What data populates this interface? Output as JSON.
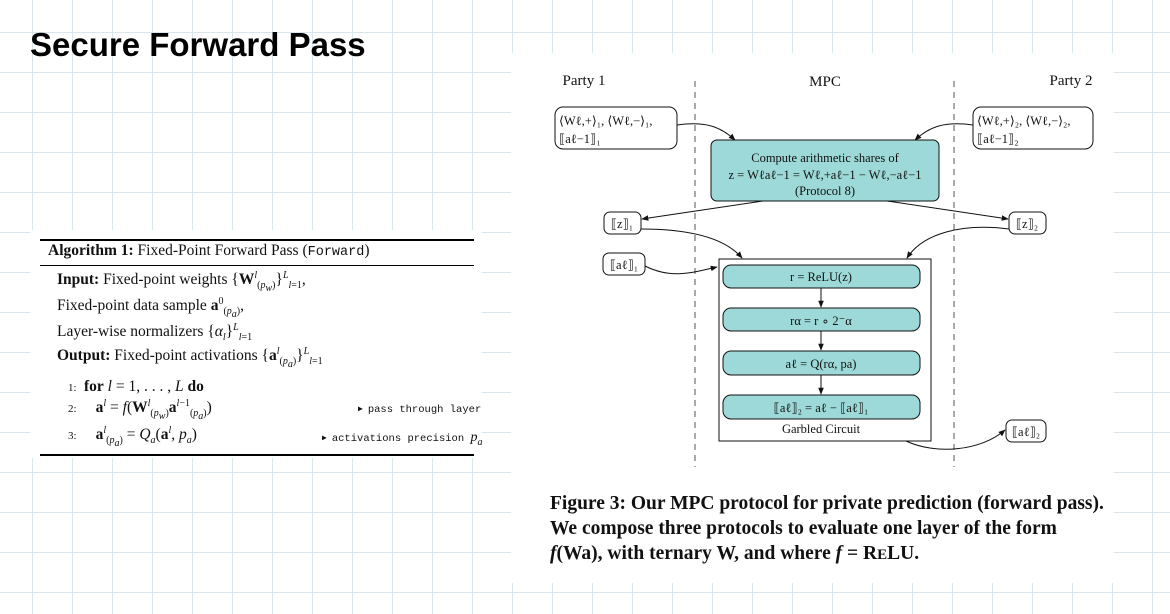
{
  "slide": {
    "title": "Secure Forward Pass"
  },
  "algorithm": {
    "title": "Algorithm 1: Fixed-Point Forward Pass (Forward)",
    "input_label": "Input:",
    "input_text": "Fixed-point weights {Wˡ(pw)}ᴸl=1,",
    "data_sample": "Fixed-point data sample a⁰(pa),",
    "normalizers": "Layer-wise normalizers {αl}ᴸl=1",
    "output_label": "Output:",
    "output_text": "Fixed-point activations {aˡ(pa)}ᴸl=1",
    "steps": [
      {
        "num": "1:",
        "text": "for l = 1, . . . , L do",
        "comment": ""
      },
      {
        "num": "2:",
        "text": "aˡ = f(Wˡ(pw) aˡ⁻¹(pa))",
        "comment": "pass through layer"
      },
      {
        "num": "3:",
        "text": "aˡ(pa) = Qa(aˡ, pa)",
        "comment": "activations precision pa"
      }
    ]
  },
  "figure": {
    "columns": [
      "Party 1",
      "MPC",
      "Party 2"
    ],
    "party1_input_line1": "⟨Wℓ,+⟩₁, ⟨Wℓ,−⟩₁,",
    "party1_input_line2": "⟦aℓ−1⟧₁",
    "party2_input_line1": "⟨Wℓ,+⟩₂, ⟨Wℓ,−⟩₂,",
    "party2_input_line2": "⟦aℓ−1⟧₂",
    "arith_box": {
      "line1": "Compute arithmetic shares of",
      "line2": "z = Wℓaℓ−1 = Wℓ,+aℓ−1 − Wℓ,−aℓ−1",
      "line3": "(Protocol 8)"
    },
    "z_share_1": "⟦z⟧₁",
    "z_share_2": "⟦z⟧₂",
    "a_share_1": "⟦aℓ⟧₁",
    "a_share_2": "⟦aℓ⟧₂",
    "gc_steps": [
      "r = ReLU(z)",
      "rα = r ∘ 2⁻α",
      "aℓ = Q(rα, pa)",
      "⟦aℓ⟧₂ = aℓ − ⟦aℓ⟧₁"
    ],
    "gc_label": "Garbled Circuit",
    "caption": "Figure 3: Our MPC protocol for private prediction (forward pass). We compose three protocols to evaluate one layer of the form f(Wa), with ternary W, and where f = ReLU."
  }
}
